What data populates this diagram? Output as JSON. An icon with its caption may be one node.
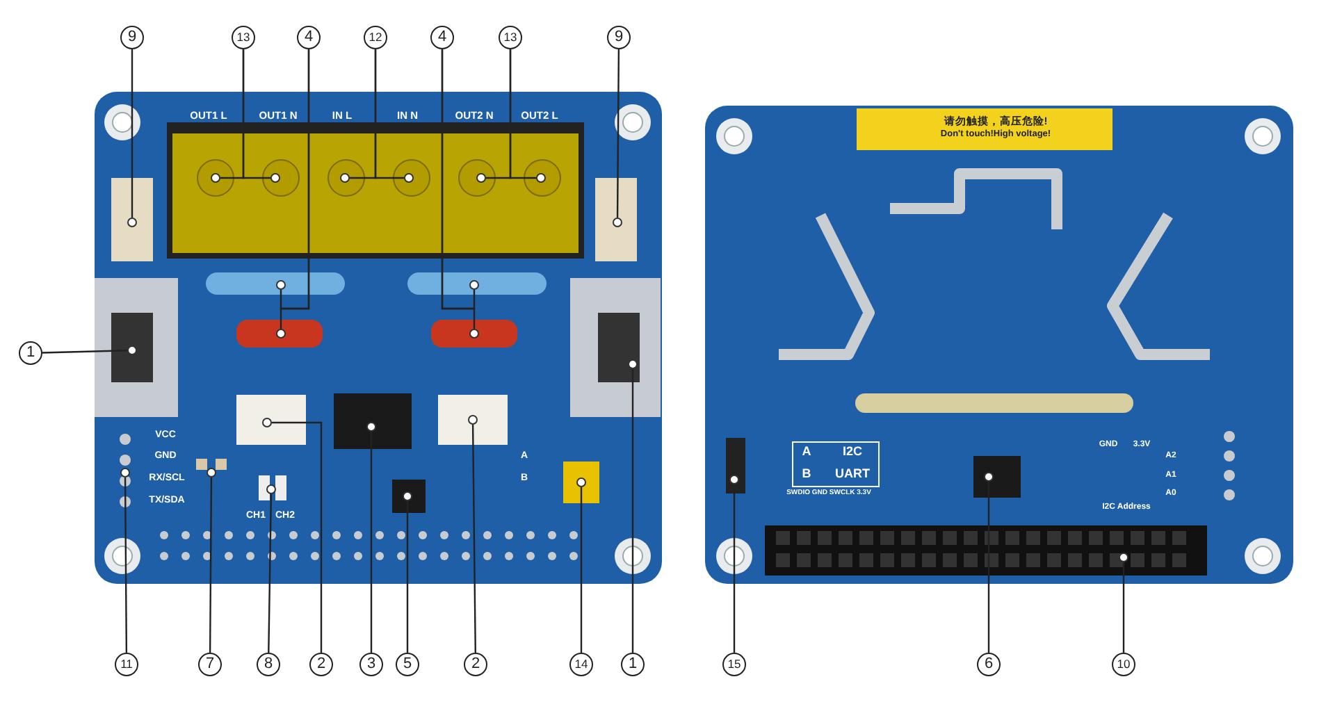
{
  "diagram": {
    "nodes": [
      {
        "text": [
          "9"
        ]
      },
      {
        "text": [
          "13"
        ]
      },
      {
        "text": [
          "4"
        ]
      },
      {
        "text": [
          "12"
        ]
      },
      {
        "text": [
          "4"
        ]
      },
      {
        "text": [
          "13"
        ]
      },
      {
        "text": [
          "9"
        ]
      },
      {
        "text": [
          "1"
        ]
      },
      {
        "text": [
          "11"
        ]
      },
      {
        "text": [
          "7"
        ]
      },
      {
        "text": [
          "8"
        ]
      },
      {
        "text": [
          "2"
        ]
      },
      {
        "text": [
          "3"
        ]
      },
      {
        "text": [
          "5"
        ]
      },
      {
        "text": [
          "2"
        ]
      },
      {
        "text": [
          "14"
        ]
      },
      {
        "text": [
          "1"
        ]
      },
      {
        "text": [
          "15"
        ]
      },
      {
        "text": [
          "6"
        ]
      },
      {
        "text": [
          "10"
        ]
      },
      {
        "text": [],
        "shape": "circle"
      },
      {
        "text": [],
        "shape": "circle"
      },
      {
        "text": [],
        "shape": "circle"
      },
      {
        "text": [],
        "shape": "circle"
      },
      {
        "text": [],
        "shape": "circle"
      },
      {
        "text": [],
        "shape": "circle"
      },
      {
        "text": [],
        "shape": "circle"
      },
      {
        "text": [],
        "shape": "circle"
      },
      {
        "text": [],
        "shape": "circle"
      },
      {
        "text": [],
        "shape": "circle"
      },
      {
        "text": [],
        "shape": "circle"
      },
      {
        "text": [],
        "shape": "circle"
      },
      {
        "text": [],
        "shape": "circle"
      },
      {
        "text": [],
        "shape": "circle"
      },
      {
        "text": [],
        "shape": "circle"
      },
      {
        "text": [],
        "shape": "circle"
      },
      {
        "text": [],
        "shape": "circle"
      },
      {
        "text": [],
        "shape": "circle"
      },
      {
        "text": [],
        "shape": "circle"
      },
      {
        "text": [],
        "shape": "circle"
      },
      {
        "text": [],
        "shape": "circle"
      },
      {
        "text": [],
        "shape": "circle"
      },
      {
        "text": [],
        "shape": "circle"
      },
      {
        "text": [],
        "shape": "circle"
      },
      {
        "text": [],
        "shape": "circle"
      }
    ],
    "edges": [
      {
        "from": 0,
        "to": 20,
        "arrow": "none"
      },
      {
        "from": 1,
        "to": 21,
        "arrow": "none"
      },
      {
        "from": 1,
        "to": 22,
        "arrow": "none"
      },
      {
        "from": 2,
        "to": 23,
        "arrow": "none"
      },
      {
        "from": 2,
        "to": 24,
        "arrow": "none"
      },
      {
        "from": 3,
        "to": 25,
        "arrow": "none"
      },
      {
        "from": 3,
        "to": 26,
        "arrow": "none"
      },
      {
        "from": 4,
        "to": 27,
        "arrow": "none"
      },
      {
        "from": 4,
        "to": 28,
        "arrow": "none"
      },
      {
        "from": 5,
        "to": 29,
        "arrow": "none"
      },
      {
        "from": 5,
        "to": 30,
        "arrow": "none"
      },
      {
        "from": 6,
        "to": 31,
        "arrow": "none"
      },
      {
        "from": 7,
        "to": 32,
        "arrow": "none"
      },
      {
        "from": 8,
        "to": 33,
        "arrow": "none"
      },
      {
        "from": 9,
        "to": 34,
        "arrow": "none"
      },
      {
        "from": 10,
        "to": 35,
        "arrow": "none"
      },
      {
        "from": 11,
        "to": 36,
        "arrow": "none"
      },
      {
        "from": 12,
        "to": 37,
        "arrow": "none"
      },
      {
        "from": 13,
        "to": 38,
        "arrow": "none"
      },
      {
        "from": 14,
        "to": 39,
        "arrow": "none"
      },
      {
        "from": 15,
        "to": 40,
        "arrow": "none"
      },
      {
        "from": 16,
        "to": 41,
        "arrow": "none"
      },
      {
        "from": 17,
        "to": 42,
        "arrow": "none"
      },
      {
        "from": 18,
        "to": 43,
        "arrow": "none"
      },
      {
        "from": 19,
        "to": 44,
        "arrow": "none"
      }
    ],
    "labels": [
      "OUT1 L",
      "OUT1 N",
      "IN L",
      "IN N",
      "OUT2 N",
      "OUT2 L",
      "VCC",
      "GND",
      "RX/SCL",
      "TX/SDA",
      "CH1",
      "CH2",
      "A",
      "B",
      "请勿触摸，高压危险!",
      "Don't touch!High voltage!",
      "A",
      "I2C",
      "B",
      "UART",
      "SWDIO GND SWCLK 3.3V",
      "GND",
      "3.3V",
      "A2",
      "A1",
      "A0",
      "I2C Address"
    ]
  }
}
